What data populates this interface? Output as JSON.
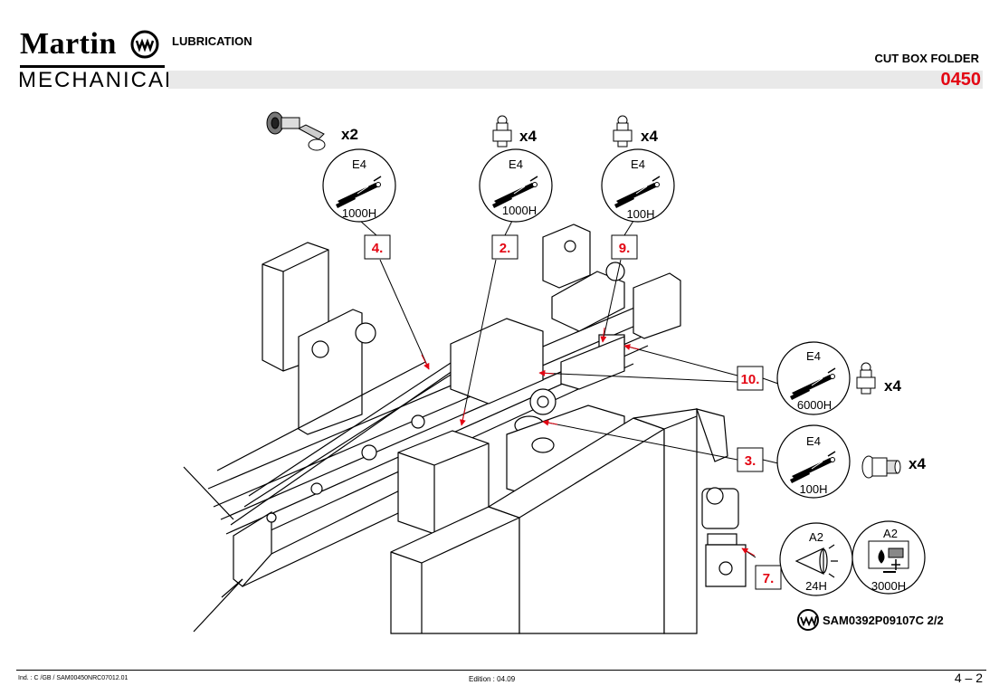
{
  "header": {
    "brand_name": "Martin",
    "brand_sub": "MECHANICAL",
    "section_title": "LUBRICATION",
    "machine_name": "CUT BOX FOLDER",
    "machine_number": "0450"
  },
  "lubrication_points": [
    {
      "callout": "4.",
      "lubricant": "E4",
      "interval": "1000H",
      "quantity": "x2",
      "fitting": "roller-nipple-icon"
    },
    {
      "callout": "2.",
      "lubricant": "E4",
      "interval": "1000H",
      "quantity": "x4",
      "fitting": "grease-nipple-icon"
    },
    {
      "callout": "9.",
      "lubricant": "E4",
      "interval": "100H",
      "quantity": "x4",
      "fitting": "grease-nipple-icon"
    },
    {
      "callout": "10.",
      "lubricant": "E4",
      "interval": "6000H",
      "quantity": "x4",
      "fitting": "grease-nipple-icon"
    },
    {
      "callout": "3.",
      "lubricant": "E4",
      "interval": "100H",
      "quantity": "x4",
      "fitting": "quick-coupling-icon"
    },
    {
      "callout": "7.",
      "lubricant": "A2",
      "interval": "24H",
      "action": "inspect-eye-icon",
      "second_lubricant": "A2",
      "second_interval": "3000H",
      "second_action": "oil-change-icon"
    }
  ],
  "reference": "SAM0392P09107C 2/2",
  "footer": {
    "doc_ref": "Ind. : C /GB / SAM00450NRC07012.01",
    "edition": "Edition : 04.09",
    "page": "4 – 2"
  },
  "colors": {
    "callout_red": "#e30613",
    "band_grey": "#e9e9e9"
  }
}
